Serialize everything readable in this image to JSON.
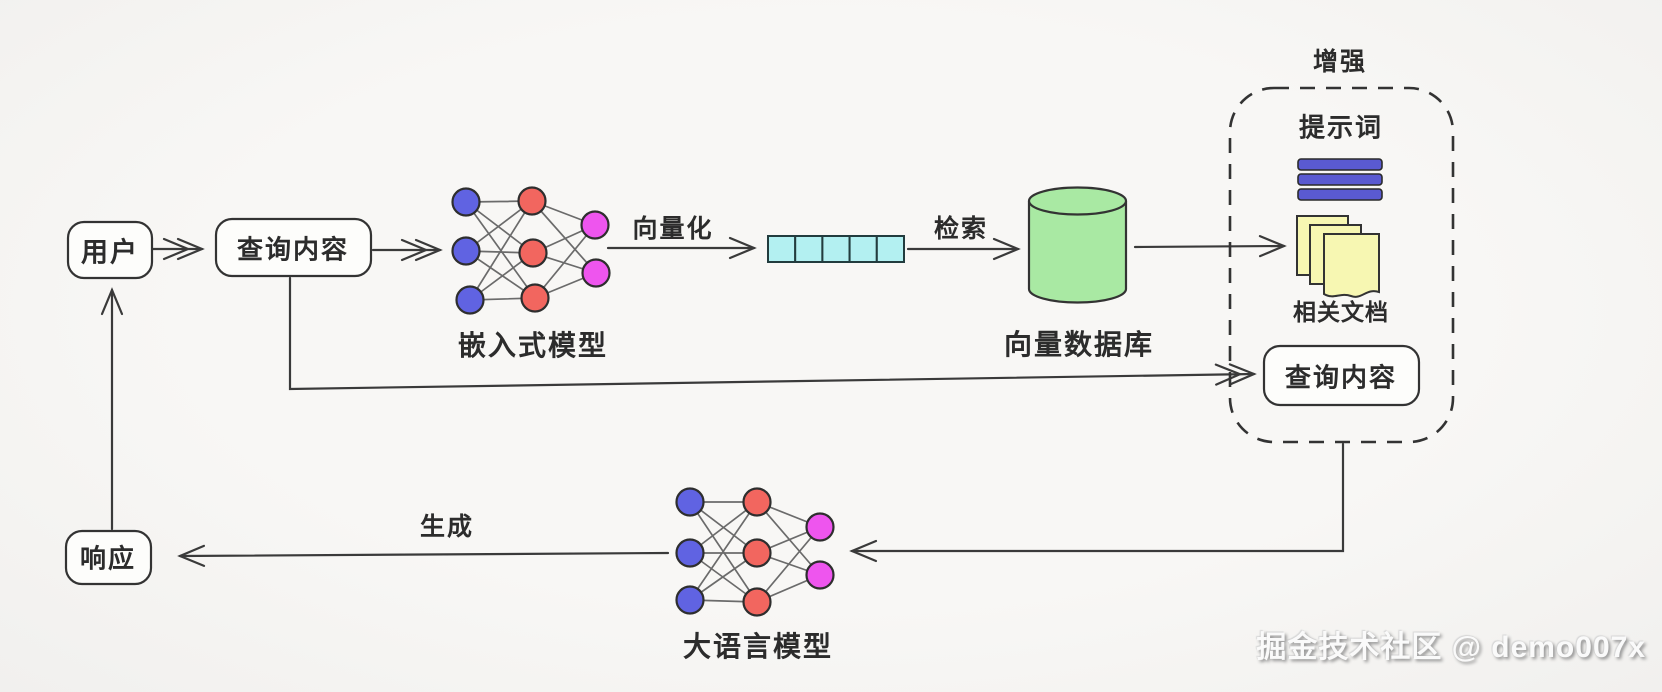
{
  "diagram": {
    "title_hint": "RAG flow diagram",
    "boxes": {
      "user": "用户",
      "query_content_left": "查询内容",
      "query_content_right": "查询内容",
      "response": "响应"
    },
    "labels": {
      "embedding_model": "嵌入式模型",
      "vector_database": "向量数据库",
      "augment": "增强",
      "prompt": "提示词",
      "related_docs": "相关文档",
      "llm": "大语言模型"
    },
    "arrow_labels": {
      "vectorize": "向量化",
      "retrieve": "检索",
      "generate": "生成"
    }
  },
  "watermark": "掘金技术社区 @ demo007x",
  "colors": {
    "node_blue": "#6063e2",
    "node_red": "#f2665f",
    "node_magenta": "#ee55ee",
    "cylinder_green": "#a9e9a3",
    "vector_cyan": "#b3f0f1",
    "prompt_bar_blue": "#5a5ad1",
    "document_yellow": "#f7f7b2",
    "box_fill": "#fdfdfb",
    "stroke": "#3a3a3a",
    "background": "#f6f5f2"
  }
}
